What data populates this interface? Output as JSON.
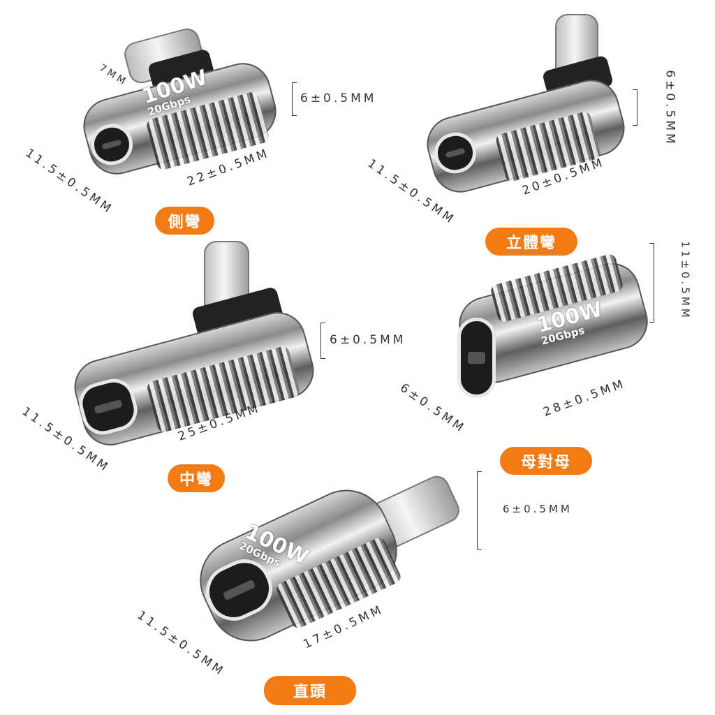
{
  "products": [
    {
      "name": "側彎",
      "dims": {
        "plug": "7MM",
        "height": "6±0.5MM",
        "width": "11.5±0.5MM",
        "length": "22±0.5MM"
      },
      "brand": {
        "power": "100W",
        "speed": "20Gbps"
      }
    },
    {
      "name": "立體彎",
      "dims": {
        "height": "6±0.5MM",
        "width": "11.5±0.5MM",
        "length": "20±0.5MM"
      }
    },
    {
      "name": "中彎",
      "dims": {
        "height": "6±0.5MM",
        "width": "11.5±0.5MM",
        "length": "25±0.5MM"
      }
    },
    {
      "name": "母對母",
      "dims": {
        "width": "11±0.5MM",
        "height": "6±0.5MM",
        "length": "28±0.5MM"
      },
      "brand": {
        "power": "100W",
        "speed": "20Gbps"
      }
    },
    {
      "name": "直頭",
      "dims": {
        "height": "6±0.5MM",
        "width": "11.5±0.5MM",
        "length": "17±0.5MM"
      },
      "brand": {
        "power": "100W",
        "speed": "20Gbps"
      }
    }
  ],
  "colors": {
    "accent": "#f47a14"
  }
}
